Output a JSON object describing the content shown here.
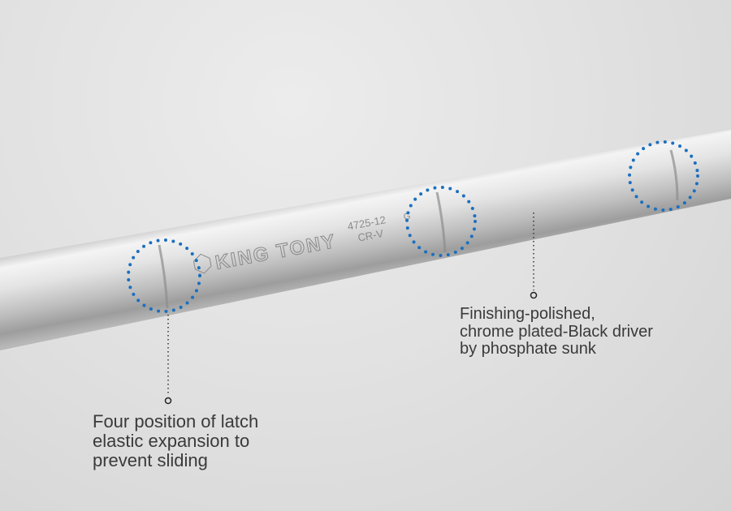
{
  "product": {
    "brand_engraving": "KING TONY",
    "model_engraving": "4725-12",
    "material_engraving": "CR-V",
    "mark_engraving": "G"
  },
  "annotations": {
    "left": {
      "lines": [
        "Four position of latch",
        "elastic expansion to",
        "prevent sliding"
      ]
    },
    "right": {
      "lines": [
        "Finishing-polished,",
        "chrome plated-Black driver",
        "by phosphate sunk"
      ]
    }
  },
  "colors": {
    "highlight_dots": "#1a6fc0",
    "caption_text": "#3a3a3a"
  }
}
